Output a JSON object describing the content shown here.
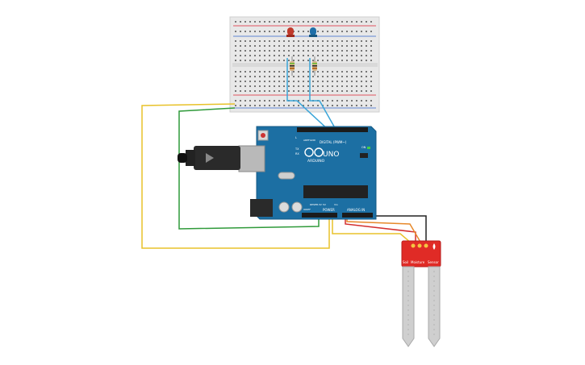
{
  "arduino": {
    "brand": "ARDUINO",
    "model": "UNO",
    "digital_label": "DIGITAL (PWM~)",
    "power_label": "POWER",
    "analog_label": "ANALOG IN",
    "tx_label": "TX",
    "rx_label": "RX",
    "on_label": "ON",
    "l_label": "L",
    "aref_label": "AREF",
    "gnd_label": "GND",
    "ioref_label": "IOREF",
    "reset_label": "RESET",
    "v33_label": "3.3V",
    "v5_label": "5V",
    "vin_label": "Vin"
  },
  "sensor": {
    "label_soil": "Soil",
    "label_moisture": "Moisture",
    "label_sensor": "Sensor"
  },
  "components": {
    "led_red_color": "#c0392b",
    "led_blue_color": "#1f6fa8",
    "board_color": "#1c6fa3",
    "sensor_color": "#e02b26",
    "wire_yellow": "#e8c22a",
    "wire_green": "#2f9a3a",
    "wire_red": "#d32f2f",
    "wire_orange": "#e7892b",
    "wire_black": "#222222",
    "wire_blue": "#3aa5d8"
  }
}
